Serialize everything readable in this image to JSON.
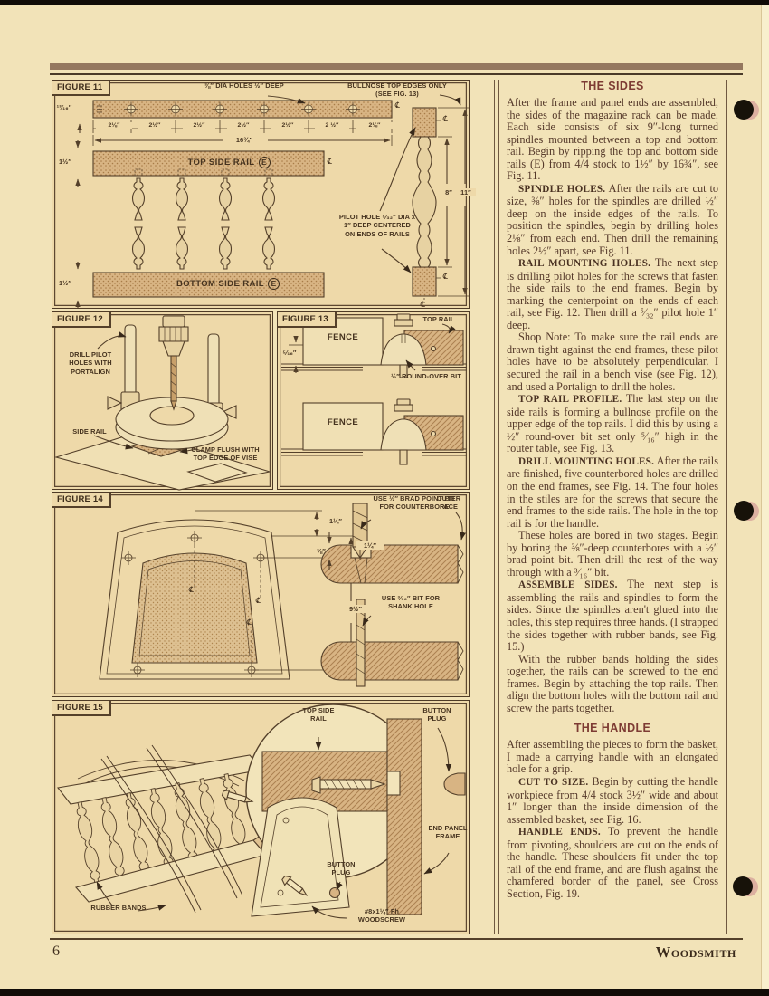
{
  "page": {
    "number": "6",
    "magazine": "Woodsmith"
  },
  "colors": {
    "page_bg": "#f2e3b8",
    "figure_bg": "#eed9a9",
    "rule_thick": "#95785f",
    "heading": "#7d3b33",
    "body_text": "#55392a",
    "wood": "#d8b483",
    "line": "#54402a"
  },
  "sections": {
    "sides": {
      "heading": "THE SIDES",
      "paragraphs": [
        {
          "lead": "",
          "text": "After the frame and panel ends are assembled, the sides of the magazine rack can be made. Each side consists of six 9″-long turned spindles mounted between a top and bottom rail. Begin by ripping the top and bottom side rails (E) from 4/4 stock to 1½″ by 16¾″, see Fig. 11."
        },
        {
          "lead": "SPINDLE HOLES.",
          "text": "After the rails are cut to size, ⅜″ holes for the spindles are drilled ½″ deep on the inside edges of the rails. To position the spindles, begin by drilling holes 2⅛″ from each end. Then drill the remaining holes 2½″ apart, see Fig. 11."
        },
        {
          "lead": "RAIL MOUNTING HOLES.",
          "text": "The next step is drilling pilot holes for the screws that fasten the side rails to the end frames. Begin by marking the centerpoint on the ends of each rail, see Fig. 12. Then drill a ⁵⁄₃₂″ pilot hole 1″ deep."
        },
        {
          "lead": "",
          "text": "Shop Note: To make sure the rail ends are drawn tight against the end frames, these pilot holes have to be absolutely perpendicular. I secured the rail in a bench vise (see Fig. 12), and used a Portalign to drill the holes."
        },
        {
          "lead": "TOP RAIL PROFILE.",
          "text": "The last step on the side rails is forming a bullnose profile on the upper edge of the top rails. I did this by using a ½″ round-over bit set only ⁵⁄₁₆″ high in the router table, see Fig. 13."
        },
        {
          "lead": "DRILL MOUNTING HOLES.",
          "text": "After the rails are finished, five counterbored holes are drilled on the end frames, see Fig. 14. The four holes in the stiles are for the screws that secure the end frames to the side rails. The hole in the top rail is for the handle."
        },
        {
          "lead": "",
          "text": "These holes are bored in two stages. Begin by boring the ⅜″-deep counterbores with a ½″ brad point bit. Then drill the rest of the way through with a ³⁄₁₆″ bit."
        },
        {
          "lead": "ASSEMBLE SIDES.",
          "text": "The next step is assembling the rails and spindles to form the sides. Since the spindles aren't glued into the holes, this step requires three hands. (I strapped the sides together with rubber bands, see Fig. 15.)"
        },
        {
          "lead": "",
          "text": "With the rubber bands holding the sides together, the rails can be screwed to the end frames. Begin by attaching the top rails. Then align the bottom holes with the bottom rail and screw the parts together."
        }
      ]
    },
    "handle": {
      "heading": "THE HANDLE",
      "paragraphs": [
        {
          "lead": "",
          "text": "After assembling the pieces to form the basket, I made a carrying handle with an elongated hole for a grip."
        },
        {
          "lead": "CUT TO SIZE.",
          "text": "Begin by cutting the handle workpiece from 4/4 stock 3½″ wide and about 1″ longer than the inside dimension of the assembled basket, see Fig. 16."
        },
        {
          "lead": "HANDLE ENDS.",
          "text": "To prevent the handle from pivoting, shoulders are cut on the ends of the handle. These shoulders fit under the top rail of the end frame, and are flush against the chamfered border of the panel, see Cross Section, Fig. 19."
        }
      ]
    }
  },
  "figures": {
    "centerline": "℄",
    "fig11": {
      "label": "FIGURE 11",
      "dia_holes": "⅜″ DIA HOLES ½″ DEEP",
      "bullnose": "BULLNOSE TOP EDGES ONLY (SEE FIG. 13)",
      "thickness": "¹³⁄₁₆″",
      "spacing": [
        "2⅛″",
        "2½″",
        "2½″",
        "2½″",
        "2½″",
        "2 ½″",
        "2⅛″"
      ],
      "total": "16¾″",
      "rail_dim": "1½″",
      "top_rail": "TOP SIDE RAIL",
      "bottom_rail": "BOTTOM SIDE RAIL",
      "part_letter": "E",
      "pilot": "PILOT HOLE ⁵⁄₃₂″ DIA x 1″ DEEP CENTERED ON ENDS OF RAILS",
      "dim_8": "8″",
      "dim_11": "11″"
    },
    "fig12": {
      "label": "FIGURE 12",
      "drill": "DRILL PILOT HOLES WITH PORTALIGN",
      "side_rail": "SIDE RAIL",
      "clamp": "CLAMP FLUSH WITH TOP EDGE OF VISE"
    },
    "fig13": {
      "label": "FIGURE 13",
      "fence": "FENCE",
      "top_rail": "TOP RAIL",
      "height": "⁵⁄₁₆″",
      "bit": "½″ ROUND-OVER BIT",
      "fence2": "FENCE"
    },
    "fig14": {
      "label": "FIGURE 14",
      "dim_top": "1¼″",
      "dim_side": "1¼″",
      "dim_height": "9½″",
      "brad": "USE ½″ BRAD POINT BIT FOR COUNTERBORE",
      "outer_face": "OUTER FACE",
      "depth": "⅜″",
      "shank": "USE ³⁄₁₆″ BIT FOR SHANK HOLE"
    },
    "fig15": {
      "label": "FIGURE 15",
      "top_side_rail": "TOP SIDE RAIL",
      "button_plug": "BUTTON PLUG",
      "end_panel_frame": "END PANEL FRAME",
      "button_plug2": "BUTTON PLUG",
      "woodscrew": "#8x1¼″ Fh WOODSCREW",
      "rubber_bands": "RUBBER BANDS"
    }
  }
}
